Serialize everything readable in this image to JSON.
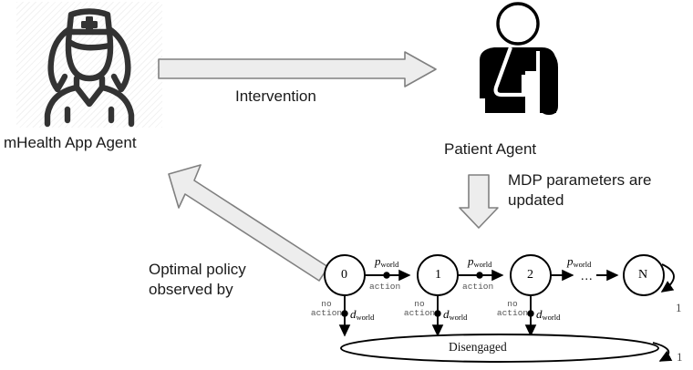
{
  "figure": {
    "nodes": [
      {
        "id": "mhealth-app-agent",
        "icon": "nurse-icon",
        "label": "mHealth App Agent"
      },
      {
        "id": "patient-agent",
        "icon": "patient-arm-sling-icon",
        "label": "Patient Agent"
      }
    ],
    "arrows": [
      {
        "id": "intervention-arrow",
        "icon": "block-arrow-right-icon",
        "label": "Intervention",
        "direction": "right"
      },
      {
        "id": "mdp-update-arrow",
        "icon": "block-arrow-down-icon",
        "label_line1": "MDP parameters are",
        "label_line2": "updated",
        "direction": "down"
      },
      {
        "id": "optimal-policy-arrow",
        "icon": "block-arrow-diagonal-up-left-icon",
        "label_line1": "Optimal policy",
        "label_line2": "observed by",
        "direction": "up-left"
      }
    ],
    "colors": {
      "arrow_fill": "#ededed",
      "arrow_stroke": "#808080",
      "ink": "#1a1a1a",
      "diagram_stroke": "#000000",
      "mono_label": "#555555",
      "hatch": "#f2f2f2"
    }
  },
  "mdp": {
    "states": [
      {
        "label": "0"
      },
      {
        "label": "1"
      },
      {
        "label": "2"
      },
      {
        "label": "N"
      }
    ],
    "ellipsis": "...",
    "terminal_self_loop_prob": "1",
    "disengaged": {
      "label": "Disengaged",
      "self_loop_prob": "1"
    },
    "transitions": [
      {
        "from": "0",
        "to": "1",
        "prob_symbol": "p",
        "prob_subscript": "world",
        "action_line1": "action",
        "action_line2": ""
      },
      {
        "from": "1",
        "to": "2",
        "prob_symbol": "p",
        "prob_subscript": "world",
        "action_line1": "action",
        "action_line2": ""
      },
      {
        "from": "2",
        "to": "N",
        "prob_symbol": "p",
        "prob_subscript": "world",
        "action_line1": "action",
        "action_line2": ""
      }
    ],
    "dropout_transitions": [
      {
        "from": "0",
        "to": "Disengaged",
        "prob_symbol": "d",
        "prob_subscript": "world",
        "action_line1": "no",
        "action_line2": "action"
      },
      {
        "from": "1",
        "to": "Disengaged",
        "prob_symbol": "d",
        "prob_subscript": "world",
        "action_line1": "no",
        "action_line2": "action"
      },
      {
        "from": "2",
        "to": "Disengaged",
        "prob_symbol": "d",
        "prob_subscript": "world",
        "action_line1": "no",
        "action_line2": "action"
      }
    ]
  }
}
